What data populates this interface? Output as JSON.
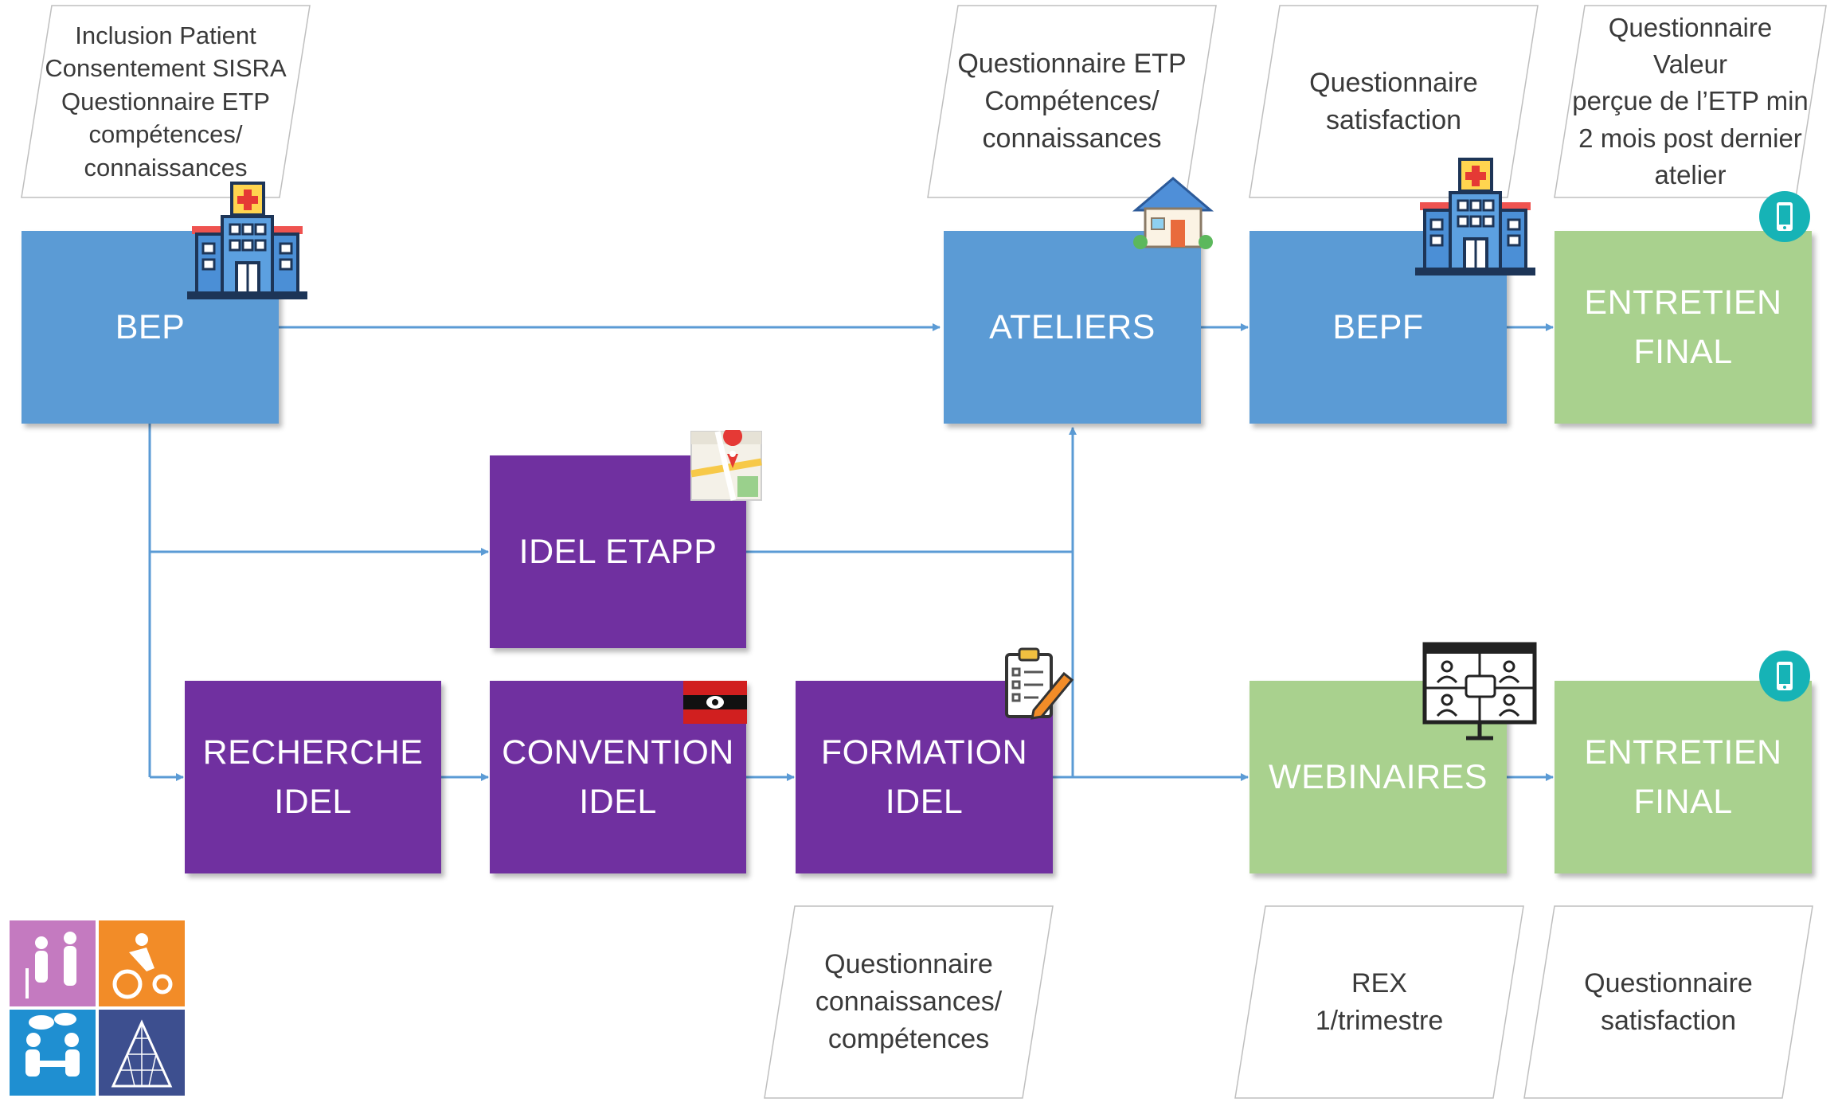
{
  "boxes": {
    "bep": "BEP",
    "ateliers": "ATELIERS",
    "bepf": "BEPF",
    "entretien_final_top": [
      "ENTRETIEN",
      "FINAL"
    ],
    "idel_etapp": "IDEL ETAPP",
    "recherche_idel": [
      "RECHERCHE",
      "IDEL"
    ],
    "convention_idel": [
      "CONVENTION",
      "IDEL"
    ],
    "formation_idel": [
      "FORMATION",
      "IDEL"
    ],
    "webinaires": "WEBINAIRES",
    "entretien_final_bottom": [
      "ENTRETIEN",
      "FINAL"
    ]
  },
  "notes": {
    "bep_inclusion": [
      "Inclusion Patient",
      "Consentement SISRA",
      "Questionnaire ETP",
      "compétences/",
      "connaissances"
    ],
    "ateliers_questionnaire": [
      "Questionnaire ETP",
      "Compétences/",
      "connaissances"
    ],
    "bepf_satisfaction": [
      "Questionnaire",
      "satisfaction"
    ],
    "entretien_valeur": [
      "Questionnaire",
      "Valeur",
      "perçue de l’ETP min",
      "2 mois post dernier",
      "atelier"
    ],
    "formation_questionnaire": [
      "Questionnaire",
      "connaissances/",
      "compétences"
    ],
    "webinaires_rex": [
      "REX",
      "1/trimestre"
    ],
    "entretien_satisfaction": [
      "Questionnaire",
      "satisfaction"
    ]
  },
  "colors": {
    "blue": "#5b9bd5",
    "purple": "#7030a0",
    "green": "#a9d18e",
    "connector": "#5b9bd5"
  },
  "icons": [
    "hospital-icon",
    "house-icon",
    "map-icon",
    "flag-icon",
    "clipboard-icon",
    "video-conference-icon",
    "smartphone-icon",
    "logo-tiles"
  ]
}
